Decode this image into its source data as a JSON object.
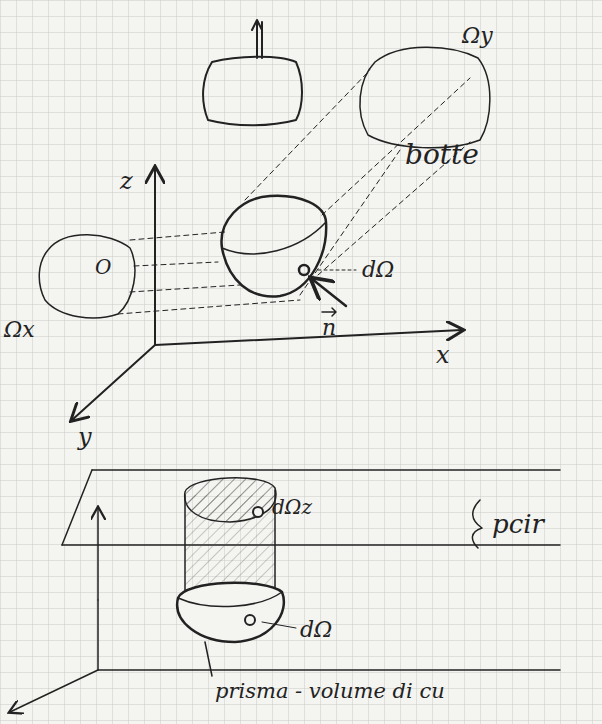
{
  "diagram": {
    "labels": [
      "Ωy",
      "botte",
      "z",
      "O",
      "dΩ",
      "Ωx",
      "n",
      "x",
      "y",
      "dΩz",
      "pcir",
      "dΩ",
      "prisma - volume di cu"
    ]
  }
}
